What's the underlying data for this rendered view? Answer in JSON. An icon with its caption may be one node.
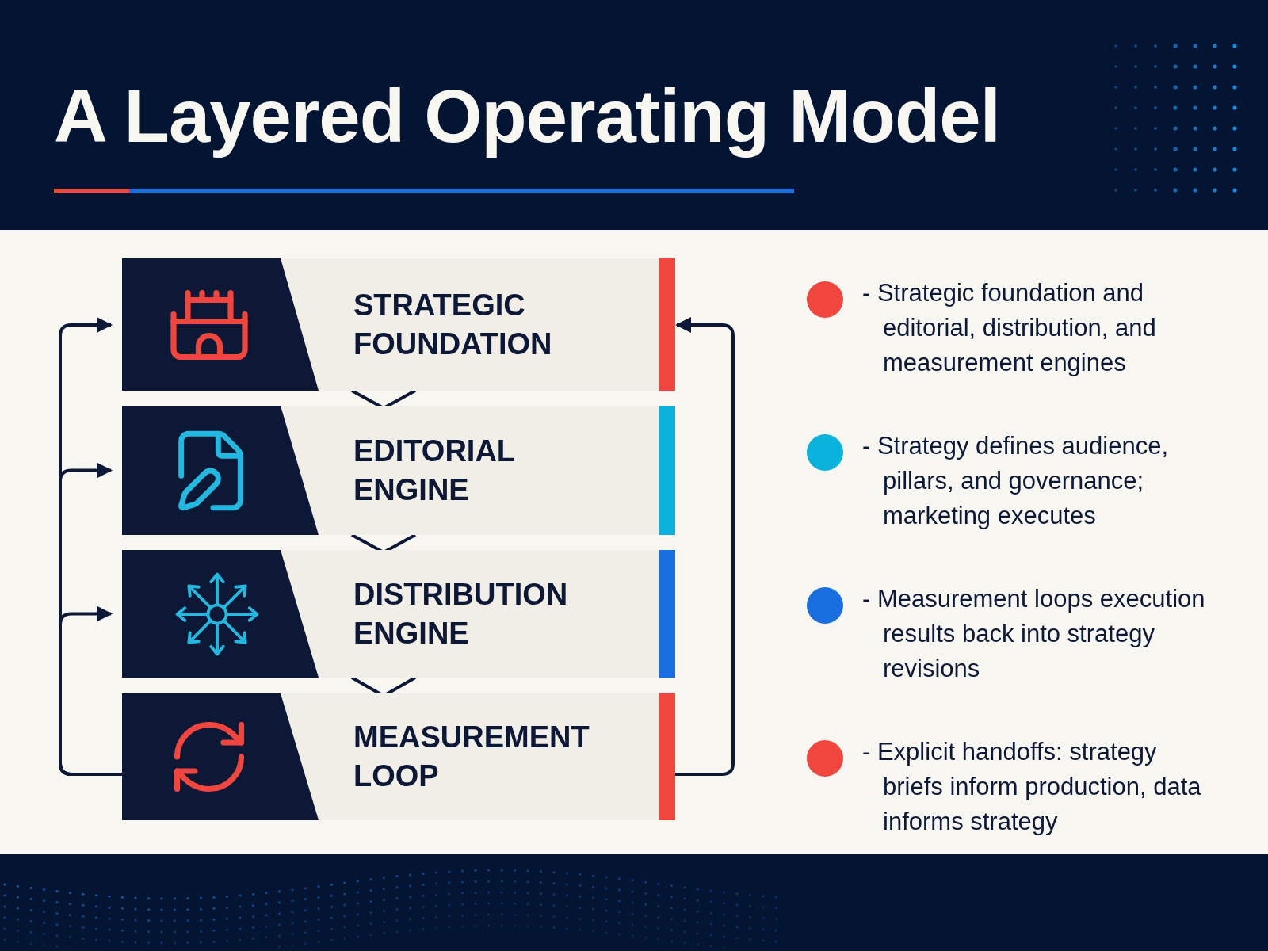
{
  "diagram": {
    "title": "A Layered Operating Model",
    "nodes": [
      {
        "text": [
          "STRATEGIC FOUNDATION"
        ]
      },
      {
        "text": [
          "EDITORIAL ENGINE"
        ]
      },
      {
        "text": [
          "DISTRIBUTION ENGINE"
        ]
      },
      {
        "text": [
          "MEASUREMENT LOOP"
        ]
      }
    ],
    "edges": [
      {
        "from": 0,
        "to": 1,
        "arrow": "to"
      },
      {
        "from": 1,
        "to": 2,
        "arrow": "to"
      },
      {
        "from": 2,
        "to": 3,
        "arrow": "to"
      },
      {
        "from": 3,
        "to": 0,
        "arrow": "to"
      },
      {
        "from": 3,
        "to": 1,
        "arrow": "to"
      },
      {
        "from": 3,
        "to": 2,
        "arrow": "to"
      },
      {
        "from": 3,
        "to": 0,
        "arrow": "to"
      }
    ],
    "legend": [
      {
        "text": "- Strategic foundation and editorial, distribution, and measurement engines",
        "color": "#f0463e"
      },
      {
        "text": "- Strategy defines audience, pillars, and governance; marketing executes",
        "color": "#0bb2dc"
      },
      {
        "text": "- Measurement loops execution results back into strategy revisions",
        "color": "#1a6fe0"
      },
      {
        "text": "- Explicit handoffs: strategy briefs inform production, data informs strategy",
        "color": "#f0463e"
      }
    ]
  }
}
